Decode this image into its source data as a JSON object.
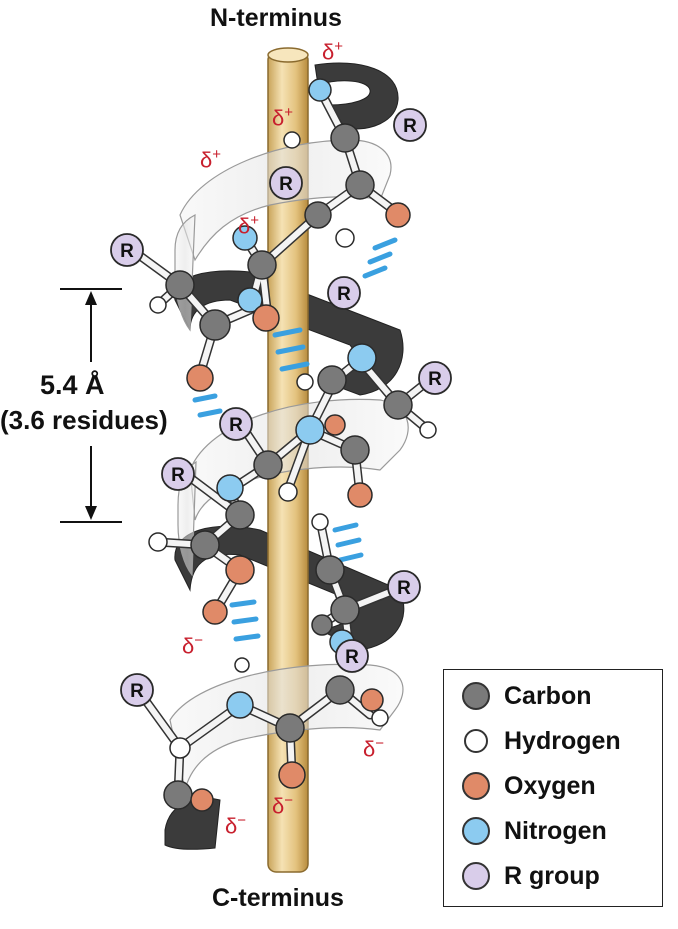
{
  "title_top": "N-terminus",
  "title_bottom": "C-terminus",
  "pitch": {
    "distance": "5.4 Å",
    "residues": "(3.6 residues)"
  },
  "r_group_label": "R",
  "charges": {
    "positive": "δ",
    "positive_sign": "+",
    "negative": "δ",
    "negative_sign": "−"
  },
  "legend": [
    {
      "label": "Carbon",
      "color": "#7a7a7a"
    },
    {
      "label": "Hydrogen",
      "color": "#ffffff"
    },
    {
      "label": "Oxygen",
      "color": "#e08a68"
    },
    {
      "label": "Nitrogen",
      "color": "#8ccbf0"
    },
    {
      "label": "R group",
      "color": "#d9cdea"
    }
  ],
  "colors": {
    "axis": "#e7c98a",
    "ribbon_dark": "#3a3a3a",
    "hbond": "#3aa0e0",
    "charge": "#c8202e"
  }
}
